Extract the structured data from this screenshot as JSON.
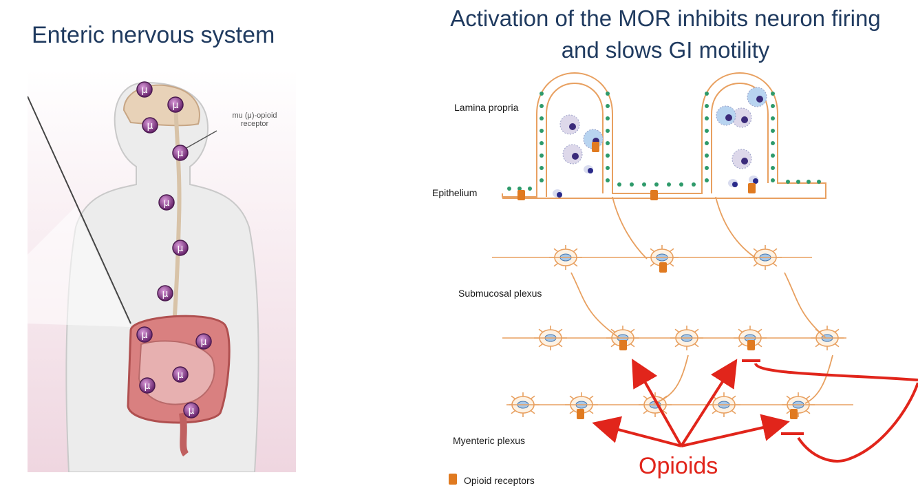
{
  "left_title": "Enteric nervous system",
  "right_title_line1": "Activation of the MOR inhibits neuron firing",
  "right_title_line2": "and slows GI motility",
  "body": {
    "receptor_label_line1": "mu (μ)-opioid",
    "receptor_label_line2": "receptor",
    "receptor_symbol": "μ"
  },
  "diagram": {
    "lamina_propria": "Lamina propria",
    "epithelium": "Epithelium",
    "submucosal_plexus": "Submucosal plexus",
    "myenteric_plexus": "Myenteric plexus",
    "opioid_receptors": "Opioid receptors",
    "opioids": "Opioids"
  },
  "colors": {
    "title": "#1f3a5f",
    "neuron": "#e8a060",
    "receptor": "#e07a20",
    "arrow": "#e1251b",
    "receptor_bubble": "#8b3a8f",
    "intestine": "#d98080"
  }
}
